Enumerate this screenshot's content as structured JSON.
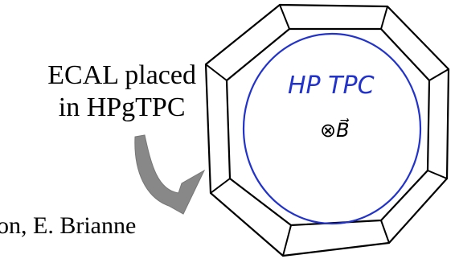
{
  "diagram": {
    "caption_line1": "ECAL placed",
    "caption_line2": "in HPgTPC",
    "author_fragment": "on, E. Brianne",
    "inner_label": "HP TPC",
    "field_label": "⊗B⃗",
    "colors": {
      "ink": "#000000",
      "tpc_circle": "#2233cc",
      "tpc_label": "#2233cc",
      "arrow": "#888888"
    }
  }
}
